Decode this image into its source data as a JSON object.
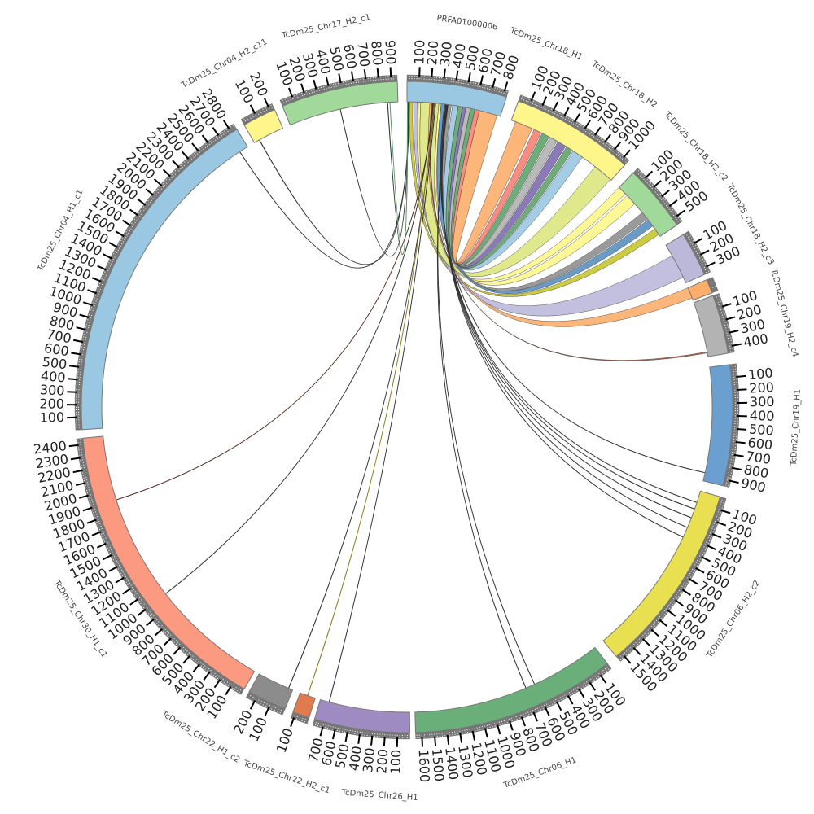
{
  "chart_data": {
    "type": "chord",
    "title": "",
    "tick_interval": 100,
    "segments": [
      {
        "name": "PRFA01000006",
        "length": 830,
        "color": "#9ac8e2"
      },
      {
        "name": "TcDm25_Chr18_H1",
        "length": 1050,
        "color": "#fef68a"
      },
      {
        "name": "TcDm25_Chr18_H2",
        "length": 560,
        "color": "#a1d99b"
      },
      {
        "name": "TcDm25_Chr18_H2_c2",
        "length": 350,
        "color": "#bcb8da"
      },
      {
        "name": "TcDm25_Chr18_H2_c3",
        "length": 60,
        "color": "#fdae6b"
      },
      {
        "name": "TcDm25_Chr19_H2_c4",
        "length": 450,
        "color": "#b3b3b3"
      },
      {
        "name": "TcDm25_Chr19_H1",
        "length": 950,
        "color": "#6a9fcf"
      },
      {
        "name": "TcDm25_Chr06_H2_c2",
        "length": 1550,
        "color": "#e8e050"
      },
      {
        "name": "TcDm25_Chr06_H1",
        "length": 1650,
        "color": "#6aaf7a"
      },
      {
        "name": "TcDm25_Chr26_H1",
        "length": 780,
        "color": "#9e8bc2"
      },
      {
        "name": "TcDm25_Chr22_H2_c1",
        "length": 120,
        "color": "#e07b50"
      },
      {
        "name": "TcDm25_Chr22_H1_c2",
        "length": 260,
        "color": "#8c8c8c"
      },
      {
        "name": "TcDm25_Chr30_H1_c1",
        "length": 2450,
        "color": "#fb9a80"
      },
      {
        "name": "TcDm25_Chr04_H1_c1",
        "length": 2850,
        "color": "#9ac8e2"
      },
      {
        "name": "TcDm25_Chr04_H2_c11",
        "length": 230,
        "color": "#fef68a"
      },
      {
        "name": "TcDm25_Chr17_H2_c1",
        "length": 950,
        "color": "#a1d99b"
      }
    ],
    "links": [
      {
        "src": 0,
        "s": [
          20,
          50
        ],
        "tgt": 2,
        "t": [
          480,
          540
        ],
        "color": "#c7c72e"
      },
      {
        "src": 0,
        "s": [
          60,
          90
        ],
        "tgt": 3,
        "t": [
          100,
          300
        ],
        "color": "#bcb8da"
      },
      {
        "src": 0,
        "s": [
          100,
          120
        ],
        "tgt": 2,
        "t": [
          0,
          80
        ],
        "color": "#fef68a"
      },
      {
        "src": 0,
        "s": [
          120,
          280
        ],
        "tgt": 1,
        "t": [
          860,
          1040
        ],
        "color": "#dce57e"
      },
      {
        "src": 0,
        "s": [
          200,
          215
        ],
        "tgt": 4,
        "t": [
          0,
          50
        ],
        "color": "#fdae6b"
      },
      {
        "src": 0,
        "s": [
          280,
          300
        ],
        "tgt": 2,
        "t": [
          100,
          200
        ],
        "color": "#fef68a"
      },
      {
        "src": 0,
        "s": [
          300,
          360
        ],
        "tgt": 2,
        "t": [
          380,
          450
        ],
        "color": "#5a8fc0"
      },
      {
        "src": 0,
        "s": [
          360,
          390
        ],
        "tgt": 2,
        "t": [
          300,
          370
        ],
        "color": "#8f8f8f"
      },
      {
        "src": 0,
        "s": [
          400,
          450
        ],
        "tgt": 1,
        "t": [
          620,
          720
        ],
        "color": "#9ac8e2"
      },
      {
        "src": 0,
        "s": [
          450,
          490
        ],
        "tgt": 1,
        "t": [
          550,
          610
        ],
        "color": "#5fa36b"
      },
      {
        "src": 0,
        "s": [
          490,
          520
        ],
        "tgt": 1,
        "t": [
          460,
          540
        ],
        "color": "#7d6cb0"
      },
      {
        "src": 0,
        "s": [
          520,
          560
        ],
        "tgt": 1,
        "t": [
          380,
          450
        ],
        "color": "#b3b3b3"
      },
      {
        "src": 0,
        "s": [
          560,
          600
        ],
        "tgt": 1,
        "t": [
          300,
          370
        ],
        "color": "#5fa36b"
      },
      {
        "src": 0,
        "s": [
          600,
          640
        ],
        "tgt": 1,
        "t": [
          220,
          290
        ],
        "color": "#fb8072"
      },
      {
        "src": 0,
        "s": [
          640,
          800
        ],
        "tgt": 1,
        "t": [
          40,
          200
        ],
        "color": "#fdae6b"
      },
      {
        "src": 0,
        "s": [
          215,
          222
        ],
        "tgt": 5,
        "t": [
          410,
          420
        ],
        "color": "#b0583a"
      },
      {
        "src": 0,
        "s": [
          330,
          332
        ],
        "tgt": 6,
        "t": [
          880,
          882
        ],
        "color": "#333333"
      },
      {
        "src": 0,
        "s": [
          340,
          342
        ],
        "tgt": 7,
        "t": [
          100,
          102
        ],
        "color": "#333333"
      },
      {
        "src": 0,
        "s": [
          343,
          345
        ],
        "tgt": 7,
        "t": [
          160,
          162
        ],
        "color": "#333333"
      },
      {
        "src": 0,
        "s": [
          346,
          348
        ],
        "tgt": 7,
        "t": [
          240,
          242
        ],
        "color": "#333333"
      },
      {
        "src": 0,
        "s": [
          349,
          351
        ],
        "tgt": 7,
        "t": [
          330,
          332
        ],
        "color": "#333333"
      },
      {
        "src": 0,
        "s": [
          352,
          354
        ],
        "tgt": 7,
        "t": [
          420,
          422
        ],
        "color": "#333333"
      },
      {
        "src": 0,
        "s": [
          355,
          357
        ],
        "tgt": 8,
        "t": [
          600,
          602
        ],
        "color": "#333333"
      },
      {
        "src": 0,
        "s": [
          358,
          360
        ],
        "tgt": 8,
        "t": [
          680,
          682
        ],
        "color": "#333333"
      },
      {
        "src": 0,
        "s": [
          250,
          252
        ],
        "tgt": 9,
        "t": [
          700,
          702
        ],
        "color": "#333333"
      },
      {
        "src": 0,
        "s": [
          240,
          242
        ],
        "tgt": 11,
        "t": [
          30,
          32
        ],
        "color": "#333333"
      },
      {
        "src": 0,
        "s": [
          236,
          238
        ],
        "tgt": 10,
        "t": [
          60,
          62
        ],
        "color": "#8a7a20"
      },
      {
        "src": 0,
        "s": [
          230,
          232
        ],
        "tgt": 12,
        "t": [
          1900,
          1902
        ],
        "color": "#5a2a20"
      },
      {
        "src": 0,
        "s": [
          226,
          228
        ],
        "tgt": 12,
        "t": [
          1000,
          1002
        ],
        "color": "#333333"
      },
      {
        "src": 0,
        "s": [
          20,
          22
        ],
        "tgt": 13,
        "t": [
          2770,
          2772
        ],
        "color": "#333333"
      },
      {
        "src": 0,
        "s": [
          15,
          17
        ],
        "tgt": 14,
        "t": [
          40,
          42
        ],
        "color": "#333333"
      },
      {
        "src": 0,
        "s": [
          10,
          12
        ],
        "tgt": 15,
        "t": [
          450,
          452
        ],
        "color": "#333333"
      },
      {
        "src": 0,
        "s": [
          6,
          8
        ],
        "tgt": 15,
        "t": [
          860,
          862
        ],
        "color": "#333333"
      },
      {
        "src": 0,
        "s": [
          3,
          5
        ],
        "tgt": 15,
        "t": [
          880,
          882
        ],
        "color": "#5fa36b"
      }
    ]
  }
}
